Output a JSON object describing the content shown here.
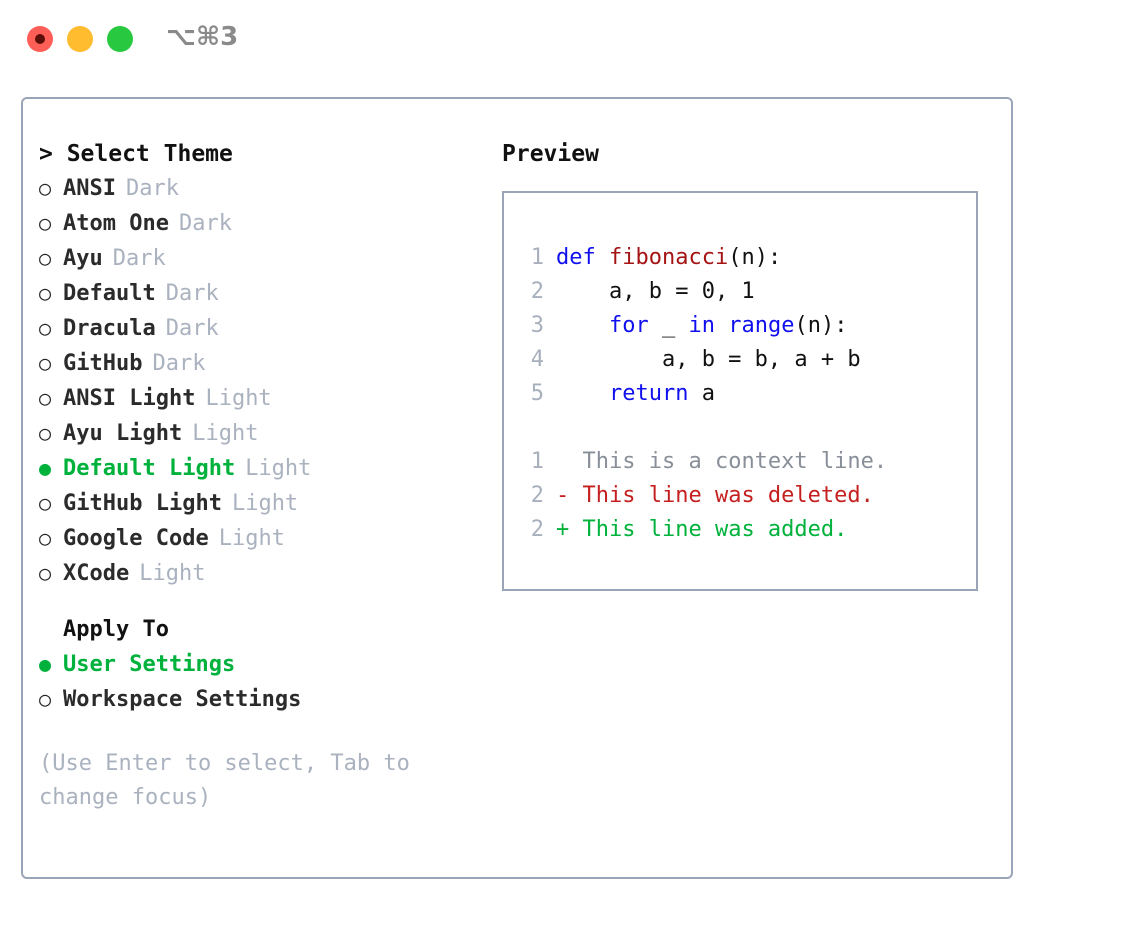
{
  "titlebar": {
    "shortcut": "⌥⌘3",
    "lights": [
      {
        "name": "close",
        "color": "#ff5f57"
      },
      {
        "name": "minimize",
        "color": "#febc2e"
      },
      {
        "name": "maximize",
        "color": "#28c840"
      }
    ]
  },
  "theme_picker": {
    "heading": "> Select Theme",
    "bullet_on": "●",
    "bullet_off": "○",
    "items": [
      {
        "label": "ANSI",
        "tag": "Dark",
        "selected": false
      },
      {
        "label": "Atom One",
        "tag": "Dark",
        "selected": false
      },
      {
        "label": "Ayu",
        "tag": "Dark",
        "selected": false
      },
      {
        "label": "Default",
        "tag": "Dark",
        "selected": false
      },
      {
        "label": "Dracula",
        "tag": "Dark",
        "selected": false
      },
      {
        "label": "GitHub",
        "tag": "Dark",
        "selected": false
      },
      {
        "label": "ANSI Light",
        "tag": "Light",
        "selected": false
      },
      {
        "label": "Ayu Light",
        "tag": "Light",
        "selected": false
      },
      {
        "label": "Default Light",
        "tag": "Light",
        "selected": true
      },
      {
        "label": "GitHub Light",
        "tag": "Light",
        "selected": false
      },
      {
        "label": "Google Code",
        "tag": "Light",
        "selected": false
      },
      {
        "label": "XCode",
        "tag": "Light",
        "selected": false
      }
    ]
  },
  "apply_to": {
    "title": "Apply To",
    "items": [
      {
        "label": "User Settings",
        "selected": true
      },
      {
        "label": "Workspace Settings",
        "selected": false
      }
    ]
  },
  "hint": "(Use Enter to select, Tab to change focus)",
  "preview": {
    "heading": "Preview",
    "code_lines": [
      {
        "no": "1",
        "tokens": [
          {
            "text": "def ",
            "kind": "kw"
          },
          {
            "text": "fibonacci",
            "kind": "fn"
          },
          {
            "text": "(n):",
            "kind": "plain"
          }
        ]
      },
      {
        "no": "2",
        "tokens": [
          {
            "text": "    a, b = 0, 1",
            "kind": "plain"
          }
        ]
      },
      {
        "no": "3",
        "tokens": [
          {
            "text": "    ",
            "kind": "plain"
          },
          {
            "text": "for",
            "kind": "kw"
          },
          {
            "text": " _ ",
            "kind": "plain"
          },
          {
            "text": "in range",
            "kind": "kw"
          },
          {
            "text": "(n):",
            "kind": "plain"
          }
        ]
      },
      {
        "no": "4",
        "tokens": [
          {
            "text": "        a, b = b, a + b",
            "kind": "plain"
          }
        ]
      },
      {
        "no": "5",
        "tokens": [
          {
            "text": "    ",
            "kind": "plain"
          },
          {
            "text": "return",
            "kind": "kw"
          },
          {
            "text": " a",
            "kind": "plain"
          }
        ]
      }
    ],
    "diff_lines": [
      {
        "no": "1",
        "marker": "  ",
        "text": "This is a context line.",
        "kind": "ctx"
      },
      {
        "no": "2",
        "marker": "- ",
        "text": "This line was deleted.",
        "kind": "del"
      },
      {
        "no": "2",
        "marker": "+ ",
        "text": "This line was added.",
        "kind": "add"
      }
    ]
  },
  "colors": {
    "accent_green": "#00b23c",
    "border": "#9aa5b8",
    "muted": "#aab2bf",
    "keyword_blue": "#1010ee",
    "function_red": "#a51414",
    "diff_delete": "#c52020",
    "diff_add": "#00b23c",
    "diff_context": "#888f99",
    "lineno": "#a8b0bd"
  }
}
